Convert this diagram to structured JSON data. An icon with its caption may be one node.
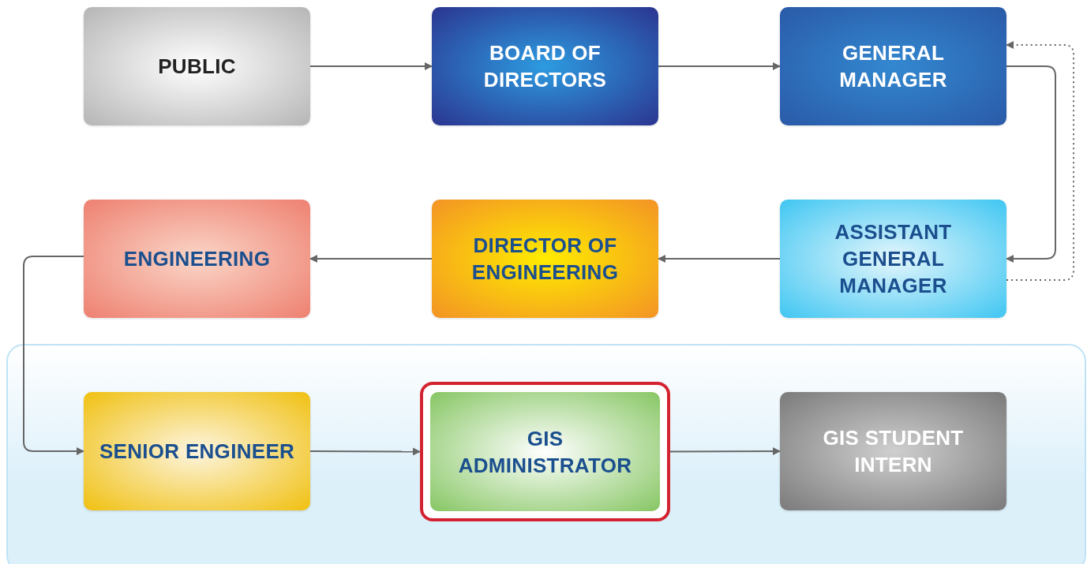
{
  "diagram": {
    "nodes": [
      {
        "text": [
          "PUBLIC"
        ]
      },
      {
        "text": [
          "BOARD OF DIRECTORS"
        ]
      },
      {
        "text": [
          "GENERAL MANAGER"
        ]
      },
      {
        "text": [
          "ENGINEERING"
        ]
      },
      {
        "text": [
          "DIRECTOR OF ENGINEERING"
        ]
      },
      {
        "text": [
          "ASSISTANT GENERAL MANAGER"
        ]
      },
      {
        "text": [
          "SENIOR ENGINEER"
        ]
      },
      {
        "text": [
          "GIS ADMINISTRATOR"
        ]
      },
      {
        "text": [
          "GIS STUDENT INTERN"
        ]
      }
    ],
    "edges": [
      {
        "from": 0,
        "to": 1,
        "arrow": "to"
      },
      {
        "from": 1,
        "to": 2,
        "arrow": "to"
      },
      {
        "from": 2,
        "to": 5,
        "arrow": "to"
      },
      {
        "from": 5,
        "to": 2,
        "arrow": "to",
        "style": "dashed"
      },
      {
        "from": 5,
        "to": 4,
        "arrow": "to"
      },
      {
        "from": 4,
        "to": 3,
        "arrow": "to"
      },
      {
        "from": 3,
        "to": 6,
        "arrow": "to"
      },
      {
        "from": 6,
        "to": 7,
        "arrow": "to"
      },
      {
        "from": 7,
        "to": 8,
        "arrow": "to"
      }
    ]
  }
}
